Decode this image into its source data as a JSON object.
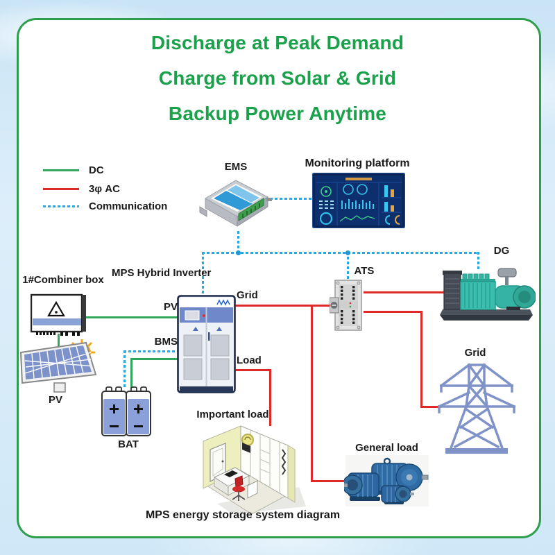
{
  "title": {
    "lines": [
      "Discharge at Peak Demand",
      "Charge from Solar & Grid",
      "Backup Power Anytime"
    ]
  },
  "legend": {
    "items": [
      {
        "label": "DC",
        "type": "dc"
      },
      {
        "label": "3φ AC",
        "type": "ac"
      },
      {
        "label": "Communication",
        "type": "comm"
      }
    ]
  },
  "colors": {
    "title_green": "#1ba14b",
    "dc_green": "#2fa85c",
    "ac_red": "#e02a2a",
    "comm_blue": "#2aa6e0",
    "card_border_green": "#2c9e4d",
    "label_text": "#1a1a1a"
  },
  "nodes": {
    "ems": {
      "label": "EMS"
    },
    "monitoring": {
      "label": "Monitoring platform"
    },
    "combiner": {
      "label": "1#Combiner box"
    },
    "inverter": {
      "label": "MPS Hybrid Inverter"
    },
    "pv_panel": {
      "label": "PV"
    },
    "battery": {
      "label": "BAT"
    },
    "ats": {
      "label": "ATS"
    },
    "dg": {
      "label": "DG"
    },
    "grid_tower": {
      "label": "Grid"
    },
    "important_load": {
      "label": "Important load"
    },
    "general_load": {
      "label": "General load"
    }
  },
  "ports": {
    "pv": "PV",
    "grid": "Grid",
    "bms": "BMS",
    "load": "Load"
  },
  "caption": "MPS energy storage system diagram"
}
